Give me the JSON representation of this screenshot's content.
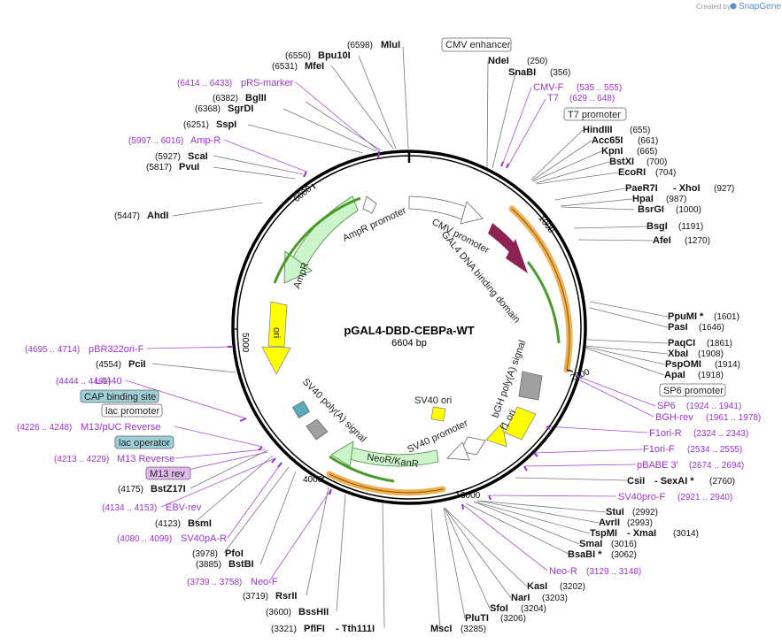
{
  "header": {
    "created_by": "Created by",
    "brand": "SnapGene"
  },
  "plasmid": {
    "name": "pGAL4-DBD-CEBPa-WT",
    "size_label": "6604 bp"
  },
  "ticks": [
    "1000",
    "2000",
    "3000",
    "4000",
    "5000",
    "6000"
  ],
  "features": {
    "cmv_promoter": "CMV promoter",
    "gal4": "GAL4 DNA binding domain",
    "bgh": "bGH poly(A) signal",
    "f1ori": "f1 ori",
    "sv40_promoter": "SV40 promoter",
    "sv40_ori": "SV40 ori",
    "neor": "NeoR/KanR",
    "sv40_polya": "SV40 poly(A) signal",
    "ori": "ori",
    "ampr": "AmpR",
    "ampr_promoter": "AmpR promoter"
  },
  "boxed_labels": {
    "cmv_enhancer": "CMV enhancer",
    "t7_promoter": "T7 promoter",
    "sp6_promoter": "SP6 promoter",
    "cap": "CAP binding site",
    "lac_promoter": "lac promoter",
    "lac_operator": "lac operator",
    "m13rev": "M13 rev"
  },
  "right_labels": [
    {
      "name": "NdeI",
      "pos": "(250)"
    },
    {
      "name": "SnaBI",
      "pos": "(356)"
    },
    {
      "name": "HindIII",
      "pos": "(655)"
    },
    {
      "name": "Acc65I",
      "pos": "(661)"
    },
    {
      "name": "KpnI",
      "pos": "(665)"
    },
    {
      "name": "BstXI",
      "pos": "(700)"
    },
    {
      "name": "EcoRI",
      "pos": "(704)"
    },
    {
      "name": "PaeR7I",
      "extra": "- XhoI",
      "pos": "(927)"
    },
    {
      "name": "HpaI",
      "pos": "(987)"
    },
    {
      "name": "BsrGI",
      "pos": "(1000)"
    },
    {
      "name": "BsgI",
      "pos": "(1191)"
    },
    {
      "name": "AfeI",
      "pos": "(1270)"
    },
    {
      "name": "PpuMI *",
      "pos": "(1601)"
    },
    {
      "name": "PasI",
      "pos": "(1646)"
    },
    {
      "name": "PaqCI",
      "pos": "(1861)"
    },
    {
      "name": "XbaI",
      "pos": "(1908)"
    },
    {
      "name": "PspOMI",
      "pos": "(1914)"
    },
    {
      "name": "ApaI",
      "pos": "(1918)"
    },
    {
      "name": "CsiI",
      "extra": "- SexAI *",
      "pos": "(2760)"
    },
    {
      "name": "StuI",
      "pos": "(2992)"
    },
    {
      "name": "AvrII",
      "pos": "(2993)"
    },
    {
      "name": "TspMI",
      "extra": "- XmaI",
      "pos": "(3014)"
    },
    {
      "name": "SmaI",
      "pos": "(3016)"
    },
    {
      "name": "BsaBI *",
      "pos": "(3062)"
    },
    {
      "name": "KasI",
      "pos": "(3202)"
    },
    {
      "name": "NarI",
      "pos": "(3203)"
    },
    {
      "name": "SfoI",
      "pos": "(3204)"
    },
    {
      "name": "PluTI",
      "pos": "(3206)"
    },
    {
      "name": "MscI",
      "pos": "(3285)"
    }
  ],
  "left_labels": [
    {
      "name": "MluI",
      "pos": "(6598)"
    },
    {
      "name": "Bpu10I",
      "pos": "(6550)"
    },
    {
      "name": "MfeI",
      "pos": "(6531)"
    },
    {
      "name": "BglII",
      "pos": "(6382)"
    },
    {
      "name": "SgrDI",
      "pos": "(6368)"
    },
    {
      "name": "SspI",
      "pos": "(6251)"
    },
    {
      "name": "ScaI",
      "pos": "(5927)"
    },
    {
      "name": "PvuI",
      "pos": "(5817)"
    },
    {
      "name": "AhdI",
      "pos": "(5447)"
    },
    {
      "name": "PciI",
      "pos": "(4554)"
    },
    {
      "name": "BstZ17I",
      "pos": "(4175)"
    },
    {
      "name": "BsmI",
      "pos": "(4123)"
    },
    {
      "name": "PfoI",
      "pos": "(3978)"
    },
    {
      "name": "BstBI",
      "pos": "(3885)"
    },
    {
      "name": "RsrII",
      "pos": "(3719)"
    },
    {
      "name": "BssHII",
      "pos": "(3600)"
    },
    {
      "name": "PflFI",
      "extra": "- Tth111I",
      "pos": "(3321)"
    }
  ],
  "primers_right": [
    {
      "name": "CMV-F",
      "pos": "(535 .. 555)"
    },
    {
      "name": "T7",
      "pos": "(629 .. 648)"
    },
    {
      "name": "SP6",
      "pos": "(1924 .. 1941)"
    },
    {
      "name": "BGH-rev",
      "pos": "(1961 .. 1978)"
    },
    {
      "name": "F1ori-R",
      "pos": "(2324 .. 2343)"
    },
    {
      "name": "F1ori-F",
      "pos": "(2534 .. 2555)"
    },
    {
      "name": "pBABE 3'",
      "pos": "(2674 .. 2694)"
    },
    {
      "name": "SV40pro-F",
      "pos": "(2921 .. 2940)"
    },
    {
      "name": "Neo-R",
      "pos": "(3129 .. 3148)"
    }
  ],
  "primers_left": [
    {
      "name": "pRS-marker",
      "pos": "(6414 .. 6433)"
    },
    {
      "name": "Amp-R",
      "pos": "(5997 .. 6016)"
    },
    {
      "name": "pBR322ori-F",
      "pos": "(4695 .. 4714)"
    },
    {
      "name": "L4440",
      "pos": "(4444 .. 4461)"
    },
    {
      "name": "M13/pUC Reverse",
      "pos": "(4226 .. 4248)"
    },
    {
      "name": "M13 Reverse",
      "pos": "(4213 .. 4229)"
    },
    {
      "name": "EBV-rev",
      "pos": "(4134 .. 4153)"
    },
    {
      "name": "SV40pA-R",
      "pos": "(4080 .. 4099)"
    },
    {
      "name": "Neo-F",
      "pos": "(3739 .. 3758)"
    }
  ],
  "colors": {
    "primer": "#9933cc",
    "ampr": "#ccf5cc",
    "ori": "#ffff00",
    "gal4": "#8b2252",
    "gray": "#999999",
    "highlight": "#f0a030",
    "cap": "#9ecfd8",
    "m13rev": "#e2b8ee"
  }
}
